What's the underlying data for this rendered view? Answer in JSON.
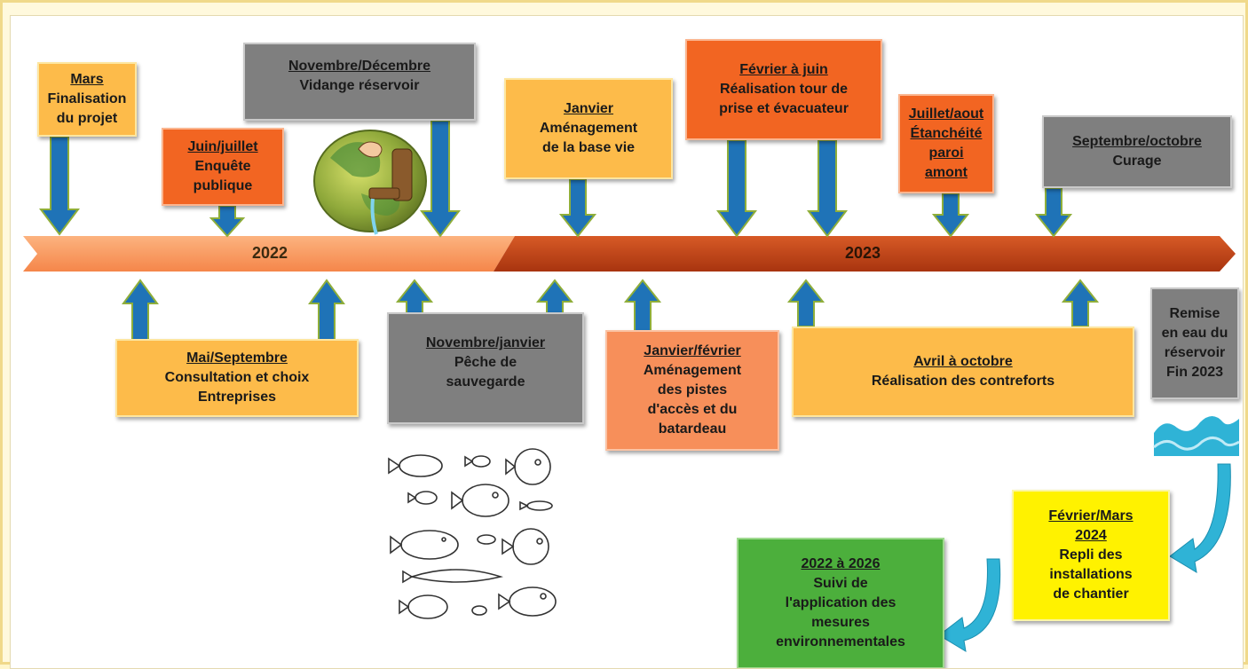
{
  "timeline": {
    "year1": "2022",
    "year2": "2023"
  },
  "boxes": {
    "mars": {
      "title": "Mars",
      "lines": [
        "Finalisation",
        "du projet"
      ]
    },
    "juin_juillet": {
      "title": "Juin/juillet",
      "lines": [
        "Enquête",
        "publique"
      ]
    },
    "nov_dec": {
      "title": "Novembre/Décembre",
      "lines": [
        "Vidange réservoir"
      ]
    },
    "janvier": {
      "title": "Janvier",
      "lines": [
        "Aménagement",
        "de la base vie"
      ]
    },
    "fevrier_juin": {
      "title": "Février à juin",
      "lines": [
        "Réalisation tour de",
        "prise et évacuateur"
      ]
    },
    "juillet_aout": {
      "title": "Juillet/aout",
      "title2": "Étanchéité",
      "title3": "paroi",
      "title4": "amont"
    },
    "sept_oct": {
      "title": "Septembre/octobre",
      "lines": [
        "Curage"
      ]
    },
    "mai_sept": {
      "title": "Mai/Septembre",
      "lines": [
        "Consultation et choix",
        "Entreprises"
      ]
    },
    "nov_janv": {
      "title": "Novembre/janvier",
      "lines": [
        "Pêche de",
        "sauvegarde"
      ]
    },
    "janv_fev": {
      "title": "Janvier/février",
      "lines": [
        "Aménagement",
        "des pistes",
        "d'accès et du",
        "batardeau"
      ]
    },
    "avril_oct": {
      "title": "Avril à octobre",
      "lines": [
        "Réalisation des contreforts"
      ]
    },
    "remise": {
      "lines": [
        "Remise",
        "en eau du",
        "réservoir",
        "Fin 2023"
      ]
    },
    "fev_mars": {
      "title": "Février/Mars",
      "title2": "2024",
      "lines": [
        "Repli des",
        "installations",
        "de chantier"
      ]
    },
    "suivi": {
      "title": "2022 à 2026",
      "lines": [
        "Suivi de",
        "l'application des",
        "mesures",
        "environnementales"
      ]
    }
  },
  "colors": {
    "timeline_light": "#fa9a5e",
    "timeline_dark": "#c1421a",
    "arrow_fill": "#1f73b7",
    "arrow_border": "#8fae3a",
    "curved_arrow": "#2fb3d6"
  },
  "illustrations": {
    "faucet": "earth-faucet-illustration",
    "fish": "fish-sketch-illustration",
    "water": "water-wave-illustration"
  }
}
